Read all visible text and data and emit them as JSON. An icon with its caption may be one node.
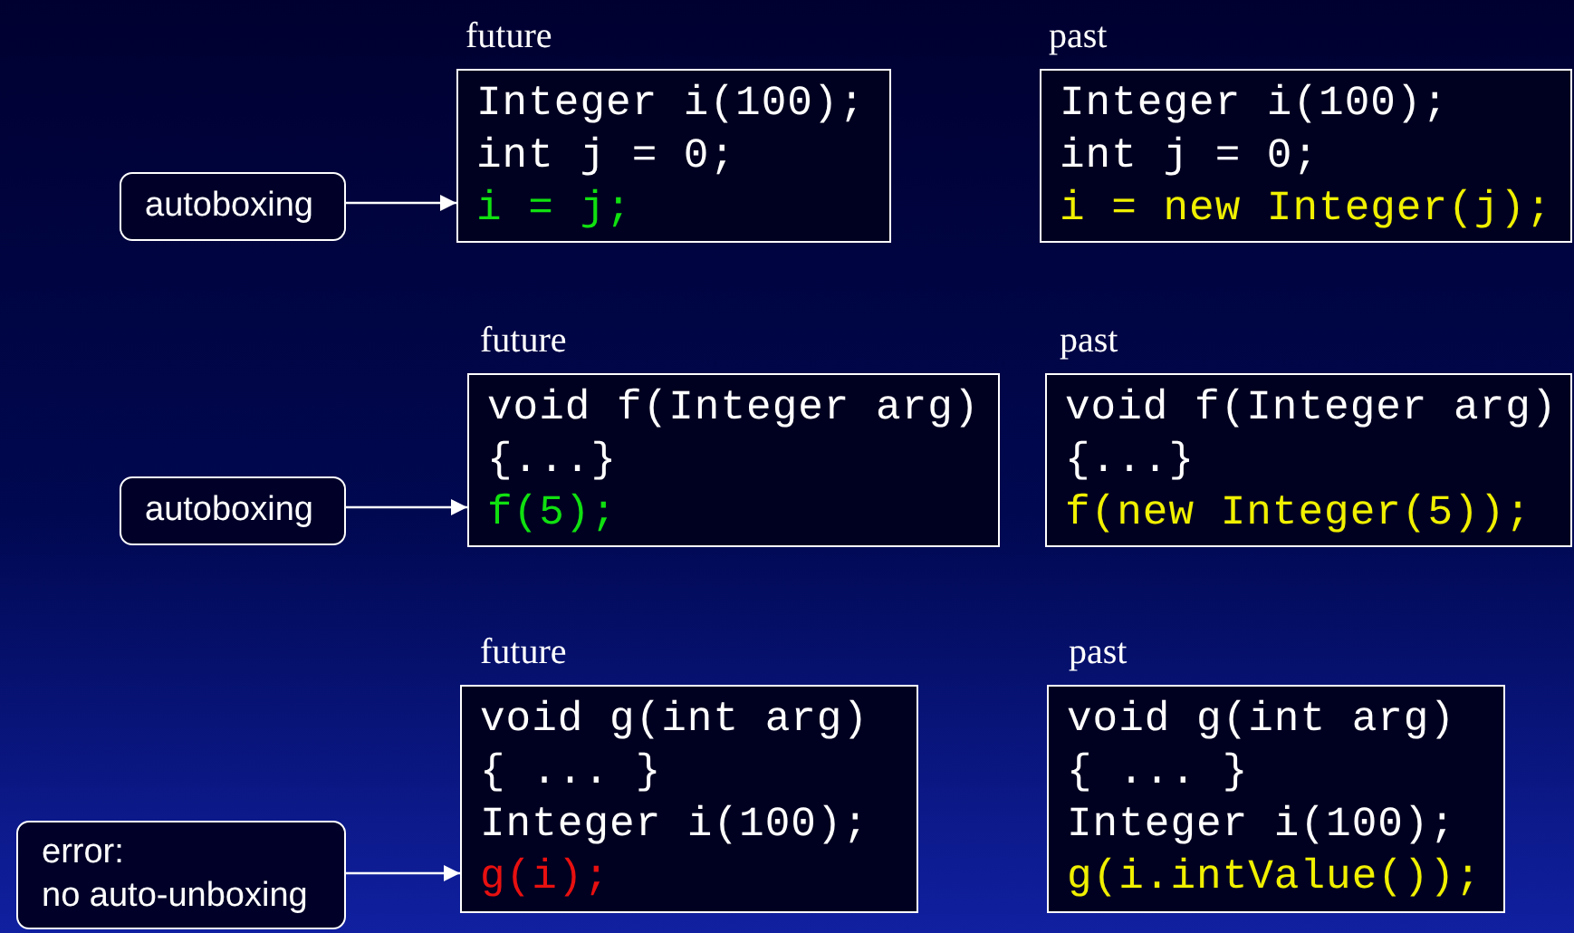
{
  "diagram": {
    "nodes": [
      {
        "text": [
          "autoboxing"
        ]
      },
      {
        "text": [
          "future",
          "Integer i(100);",
          "int j = 0;",
          "i = j;"
        ]
      },
      {
        "text": [
          "past",
          "Integer i(100);",
          "int j = 0;",
          "i = new Integer(j);"
        ]
      },
      {
        "text": [
          "autoboxing"
        ]
      },
      {
        "text": [
          "future",
          "void f(Integer arg)",
          "{...}",
          "f(5);"
        ]
      },
      {
        "text": [
          "past",
          "void f(Integer arg)",
          "{...}",
          "f(new Integer(5));"
        ]
      },
      {
        "text": [
          "error:",
          "no auto-unboxing"
        ]
      },
      {
        "text": [
          "future",
          "void g(int arg)",
          "{ ... }",
          "Integer i(100);",
          "g(i);"
        ]
      },
      {
        "text": [
          "past",
          "void g(int arg)",
          "{ ... }",
          "Integer i(100);",
          "g(i.intValue());"
        ]
      }
    ],
    "edges": [
      {
        "from": 0,
        "to": 1,
        "arrow": "to"
      },
      {
        "from": 3,
        "to": 4,
        "arrow": "to"
      },
      {
        "from": 6,
        "to": 7,
        "arrow": "to"
      }
    ]
  }
}
